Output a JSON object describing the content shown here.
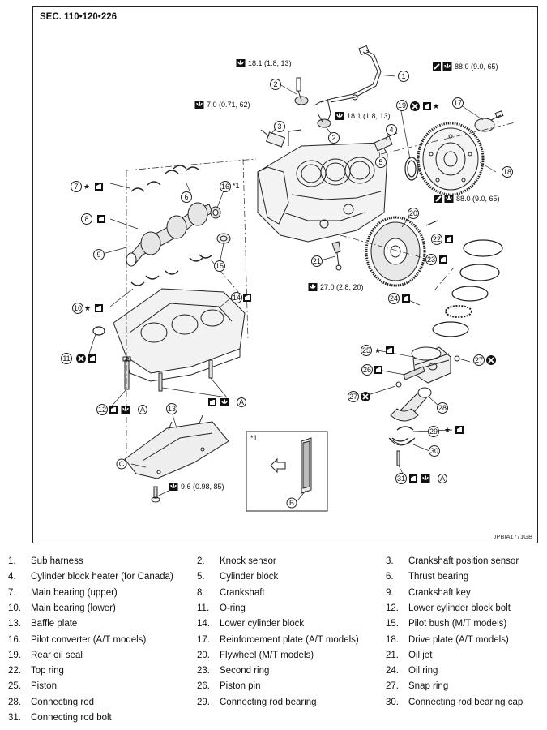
{
  "header": {
    "section": "SEC. 110•120•226",
    "ref_code": "JPBIA1771GB"
  },
  "torques": {
    "t1": "18.1 (1.8, 13)",
    "t2": "7.0 (0.71, 62)",
    "t3": "18.1 (1.8, 13)",
    "t4": "88.0 (9.0, 65)",
    "t5": "88.0 (9.0, 65)",
    "t6": "27.0 (2.8, 20)",
    "t7": "9.6 (0.98, 85)"
  },
  "marks": {
    "star": "★",
    "note": "*1",
    "c": "C",
    "b": "B",
    "a": "A"
  },
  "callouts": [
    "1",
    "2",
    "3",
    "4",
    "5",
    "6",
    "7",
    "8",
    "9",
    "10",
    "11",
    "12",
    "13",
    "14",
    "15",
    "16",
    "17",
    "18",
    "19",
    "20",
    "21",
    "22",
    "23",
    "24",
    "25",
    "26",
    "27",
    "28",
    "29",
    "30",
    "31",
    "2",
    "27"
  ],
  "legend": [
    {
      "num": "1.",
      "text": "Sub harness"
    },
    {
      "num": "2.",
      "text": "Knock sensor"
    },
    {
      "num": "3.",
      "text": "Crankshaft position sensor"
    },
    {
      "num": "4.",
      "text": "Cylinder block heater (for Canada)"
    },
    {
      "num": "5.",
      "text": "Cylinder block"
    },
    {
      "num": "6.",
      "text": "Thrust bearing"
    },
    {
      "num": "7.",
      "text": "Main bearing (upper)"
    },
    {
      "num": "8.",
      "text": "Crankshaft"
    },
    {
      "num": "9.",
      "text": "Crankshaft key"
    },
    {
      "num": "10.",
      "text": "Main bearing (lower)"
    },
    {
      "num": "11.",
      "text": "O-ring"
    },
    {
      "num": "12.",
      "text": "Lower cylinder block bolt"
    },
    {
      "num": "13.",
      "text": "Baffle plate"
    },
    {
      "num": "14.",
      "text": "Lower cylinder block"
    },
    {
      "num": "15.",
      "text": "Pilot bush (M/T models)"
    },
    {
      "num": "16.",
      "text": "Pilot converter (A/T models)"
    },
    {
      "num": "17.",
      "text": "Reinforcement plate (A/T models)"
    },
    {
      "num": "18.",
      "text": "Drive plate (A/T models)"
    },
    {
      "num": "19.",
      "text": "Rear oil seal"
    },
    {
      "num": "20.",
      "text": "Flywheel (M/T models)"
    },
    {
      "num": "21.",
      "text": "Oil jet"
    },
    {
      "num": "22.",
      "text": "Top ring"
    },
    {
      "num": "23.",
      "text": "Second ring"
    },
    {
      "num": "24.",
      "text": "Oil ring"
    },
    {
      "num": "25.",
      "text": "Piston"
    },
    {
      "num": "26.",
      "text": "Piston pin"
    },
    {
      "num": "27.",
      "text": "Snap ring"
    },
    {
      "num": "28.",
      "text": "Connecting rod"
    },
    {
      "num": "29.",
      "text": "Connecting rod bearing"
    },
    {
      "num": "30.",
      "text": "Connecting rod bearing cap"
    },
    {
      "num": "31.",
      "text": "Connecting rod bolt"
    }
  ]
}
